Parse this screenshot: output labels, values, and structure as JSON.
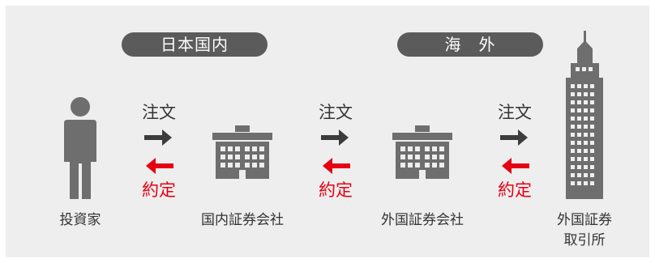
{
  "regions": {
    "domestic": "日本国内",
    "overseas": "海　外"
  },
  "flow": {
    "order_label": "注文",
    "fill_label": "約定"
  },
  "nodes": {
    "investor": "投資家",
    "domestic_broker": "国内証券会社",
    "foreign_broker": "外国証券会社",
    "foreign_exchange_line1": "外国証券",
    "foreign_exchange_line2": "取引所"
  },
  "colors": {
    "order_arrow": "#3c3c3c",
    "fill_arrow": "#e60012",
    "icon": "#6e6e6e",
    "pill": "#5b5b5b",
    "panel": "#eeeeee"
  }
}
